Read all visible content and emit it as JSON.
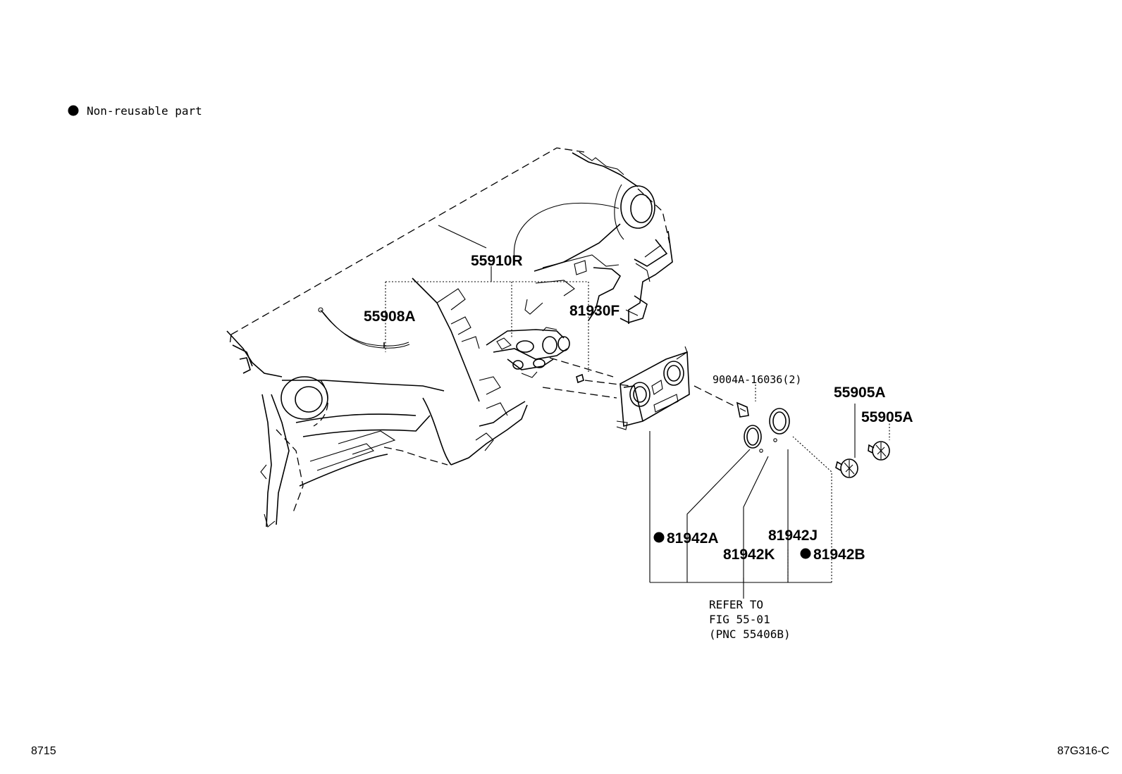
{
  "legend": {
    "text": "Non-reusable part"
  },
  "parts": {
    "p55910R": "55910R",
    "p55908A": "55908A",
    "p81930F": "81930F",
    "p9004A": "9004A-16036(2)",
    "p55905A_1": "55905A",
    "p55905A_2": "55905A",
    "p81942A": "81942A",
    "p81942J": "81942J",
    "p81942K": "81942K",
    "p81942B": "81942B"
  },
  "refer": {
    "line1": "REFER TO",
    "line2": "FIG 55-01",
    "line3": "(PNC 55406B)"
  },
  "footer": {
    "left_code": "8715",
    "right_code": "87G316-C"
  }
}
